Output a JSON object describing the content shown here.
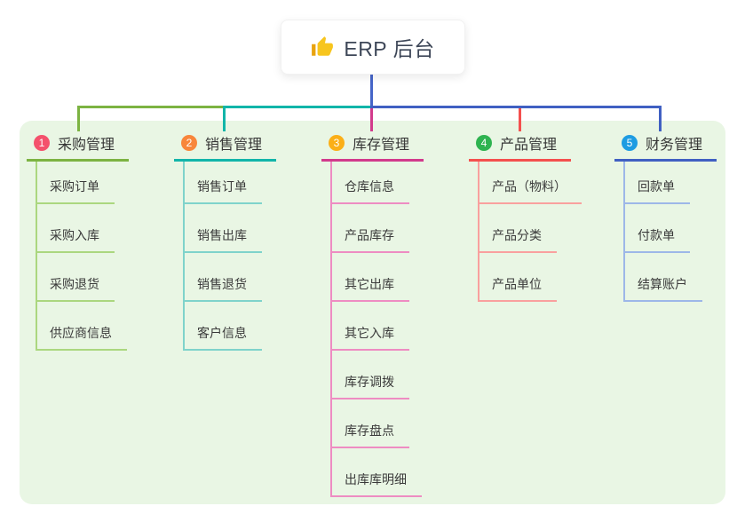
{
  "root": {
    "label": "ERP 后台",
    "icon": "thumbs-up-icon"
  },
  "colors": {
    "trunk": "#4565c8",
    "panel_bg": "#e9f6e4",
    "card_bg": "#ffffff",
    "root_text": "#3d4657",
    "node_text": "#3a3a3a"
  },
  "branches": [
    {
      "num": "1",
      "label": "采购管理",
      "color": "#7cb342",
      "light_color": "#abd77f",
      "badge_color": "#f4516c",
      "children": [
        "采购订单",
        "采购入库",
        "采购退货",
        "供应商信息"
      ]
    },
    {
      "num": "2",
      "label": "销售管理",
      "color": "#12b5a9",
      "light_color": "#7fd3cb",
      "badge_color": "#f8863b",
      "children": [
        "销售订单",
        "销售出库",
        "销售退货",
        "客户信息"
      ]
    },
    {
      "num": "3",
      "label": "库存管理",
      "color": "#d23a8c",
      "light_color": "#ee8cc2",
      "badge_color": "#fbaf17",
      "children": [
        "仓库信息",
        "产品库存",
        "其它出库",
        "其它入库",
        "库存调拨",
        "库存盘点",
        "出库库明细"
      ]
    },
    {
      "num": "4",
      "label": "产品管理",
      "color": "#f4504e",
      "light_color": "#f9a09e",
      "badge_color": "#2eb350",
      "children": [
        "产品（物料）",
        "产品分类",
        "产品单位"
      ]
    },
    {
      "num": "5",
      "label": "财务管理",
      "color": "#4060c2",
      "light_color": "#9db7e8",
      "badge_color": "#1e9ce2",
      "children": [
        "回款单",
        "付款单",
        "结算账户"
      ]
    }
  ]
}
